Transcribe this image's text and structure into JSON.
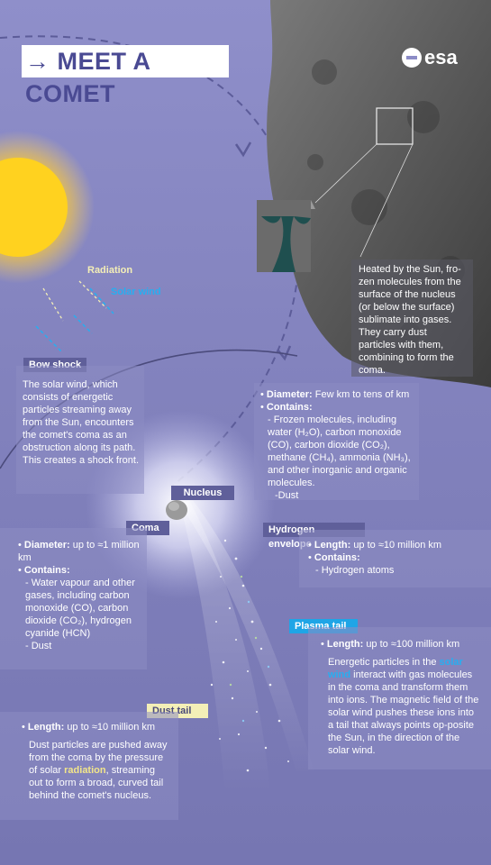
{
  "title": "→ MEET A COMET",
  "logo": "esa",
  "sun_labels": {
    "radiation": "Radiation",
    "solar_wind": "Solar wind"
  },
  "bow_shock": {
    "label": "Bow shock",
    "text": "The solar wind, which consists of energetic particles streaming away from the Sun, encounters the comet's coma as an obstruction along its path. This creates a shock front."
  },
  "nucleus_callout": {
    "text": "Heated by the Sun, fro-zen molecules from the surface of the nucleus (or below the surface) sublimate into gases. They carry dust particles with them, combining to form the coma."
  },
  "nucleus": {
    "label": "Nucleus",
    "diameter_key": "Diameter:",
    "diameter_val": "Few km to tens of km",
    "contains_key": "Contains:",
    "contains_1": "- Frozen molecules, including water (H₂O), carbon monoxide (CO), carbon dioxide (CO₂), methane (CH₄), ammonia (NH₃), and other inorganic and organic molecules.",
    "contains_2": "-Dust"
  },
  "coma": {
    "label": "Coma",
    "diameter_key": "Diameter:",
    "diameter_val": "up to ≈1 million km",
    "contains_key": "Contains:",
    "contains_1": "- Water vapour and other gases, including carbon monoxide (CO), carbon dioxide (CO₂), hydrogen cyanide (HCN)",
    "contains_2": "- Dust"
  },
  "hydrogen": {
    "label": "Hydrogen envelope",
    "length_key": "Length:",
    "length_val": "up to ≈10 million km",
    "contains_key": "Contains:",
    "contains_1": "- Hydrogen atoms"
  },
  "plasma": {
    "label": "Plasma tail",
    "length_key": "Length:",
    "length_val": "up to ≈100 million km",
    "text_a": "Energetic particles in the",
    "text_hl": "solar wind",
    "text_b": "interact with gas molecules in the coma and transform them into ions. The magnetic field of the solar wind pushes these ions into a tail that always points op-posite the Sun, in the direction of the solar wind."
  },
  "dust": {
    "label": "Dust tail",
    "length_key": "Length:",
    "length_val": "up to ≈10 million km",
    "text_a": "Dust particles are pushed away from the coma by the pressure of solar",
    "text_hl": "radiation",
    "text_b": ", streaming out to form a broad, curved tail behind the comet's nucleus."
  },
  "colors": {
    "background": "#8787c3",
    "accent_blue": "#1fa5e6",
    "accent_cream": "#f4efb7",
    "sun": "#ffd21f"
  }
}
